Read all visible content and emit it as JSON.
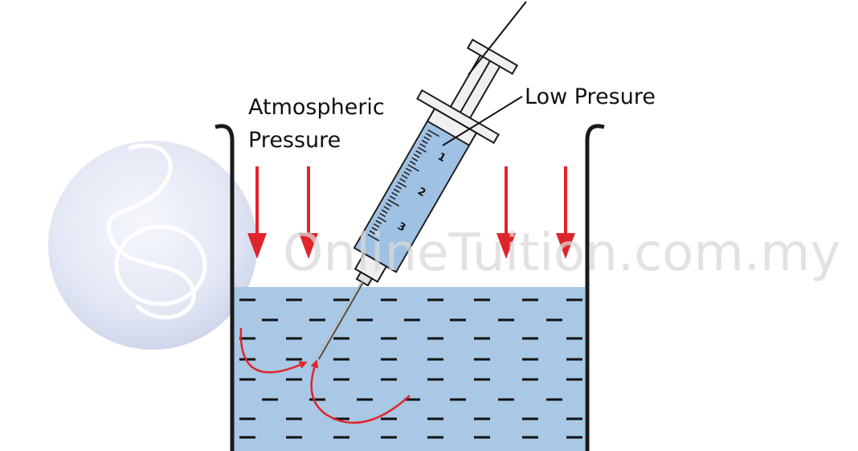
{
  "labels": {
    "atmospheric_line1": "Atmospheric",
    "atmospheric_line2": "Pressure",
    "low_pressure": "Low Presure"
  },
  "syringe_scale": [
    "1",
    "2",
    "3"
  ],
  "watermark": "OnlineTuition.com.my",
  "colors": {
    "water": "#a8c8e5",
    "syringe_fluid": "#9fc1e3",
    "arrow": "#e0242b",
    "outline": "#1a1a1a"
  }
}
